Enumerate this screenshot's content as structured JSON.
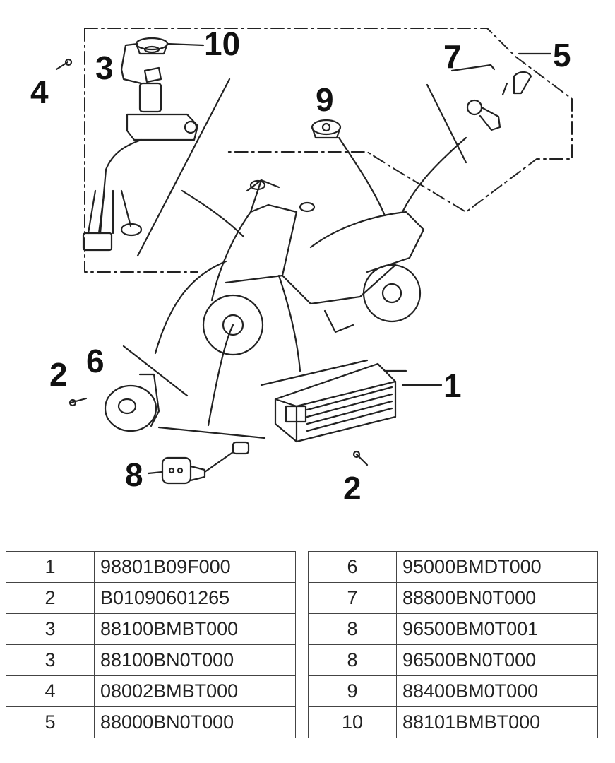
{
  "callouts": {
    "c1": "1",
    "c2a": "2",
    "c2b": "2",
    "c3": "3",
    "c4": "4",
    "c5": "5",
    "c6": "6",
    "c7": "7",
    "c8": "8",
    "c9": "9",
    "c10": "10"
  },
  "parts_left": [
    {
      "no": "1",
      "code": "98801B09F000"
    },
    {
      "no": "2",
      "code": "B01090601265"
    },
    {
      "no": "3",
      "code": "88100BMBT000"
    },
    {
      "no": "3",
      "code": "88100BN0T000"
    },
    {
      "no": "4",
      "code": "08002BMBT000"
    },
    {
      "no": "5",
      "code": "88000BN0T000"
    }
  ],
  "parts_right": [
    {
      "no": "6",
      "code": "95000BMDT000"
    },
    {
      "no": "7",
      "code": "88800BN0T000"
    },
    {
      "no": "8",
      "code": "96500BM0T001"
    },
    {
      "no": "8",
      "code": "96500BN0T000"
    },
    {
      "no": "9",
      "code": "88400BM0T000"
    },
    {
      "no": "10",
      "code": "88101BMBT000"
    }
  ]
}
